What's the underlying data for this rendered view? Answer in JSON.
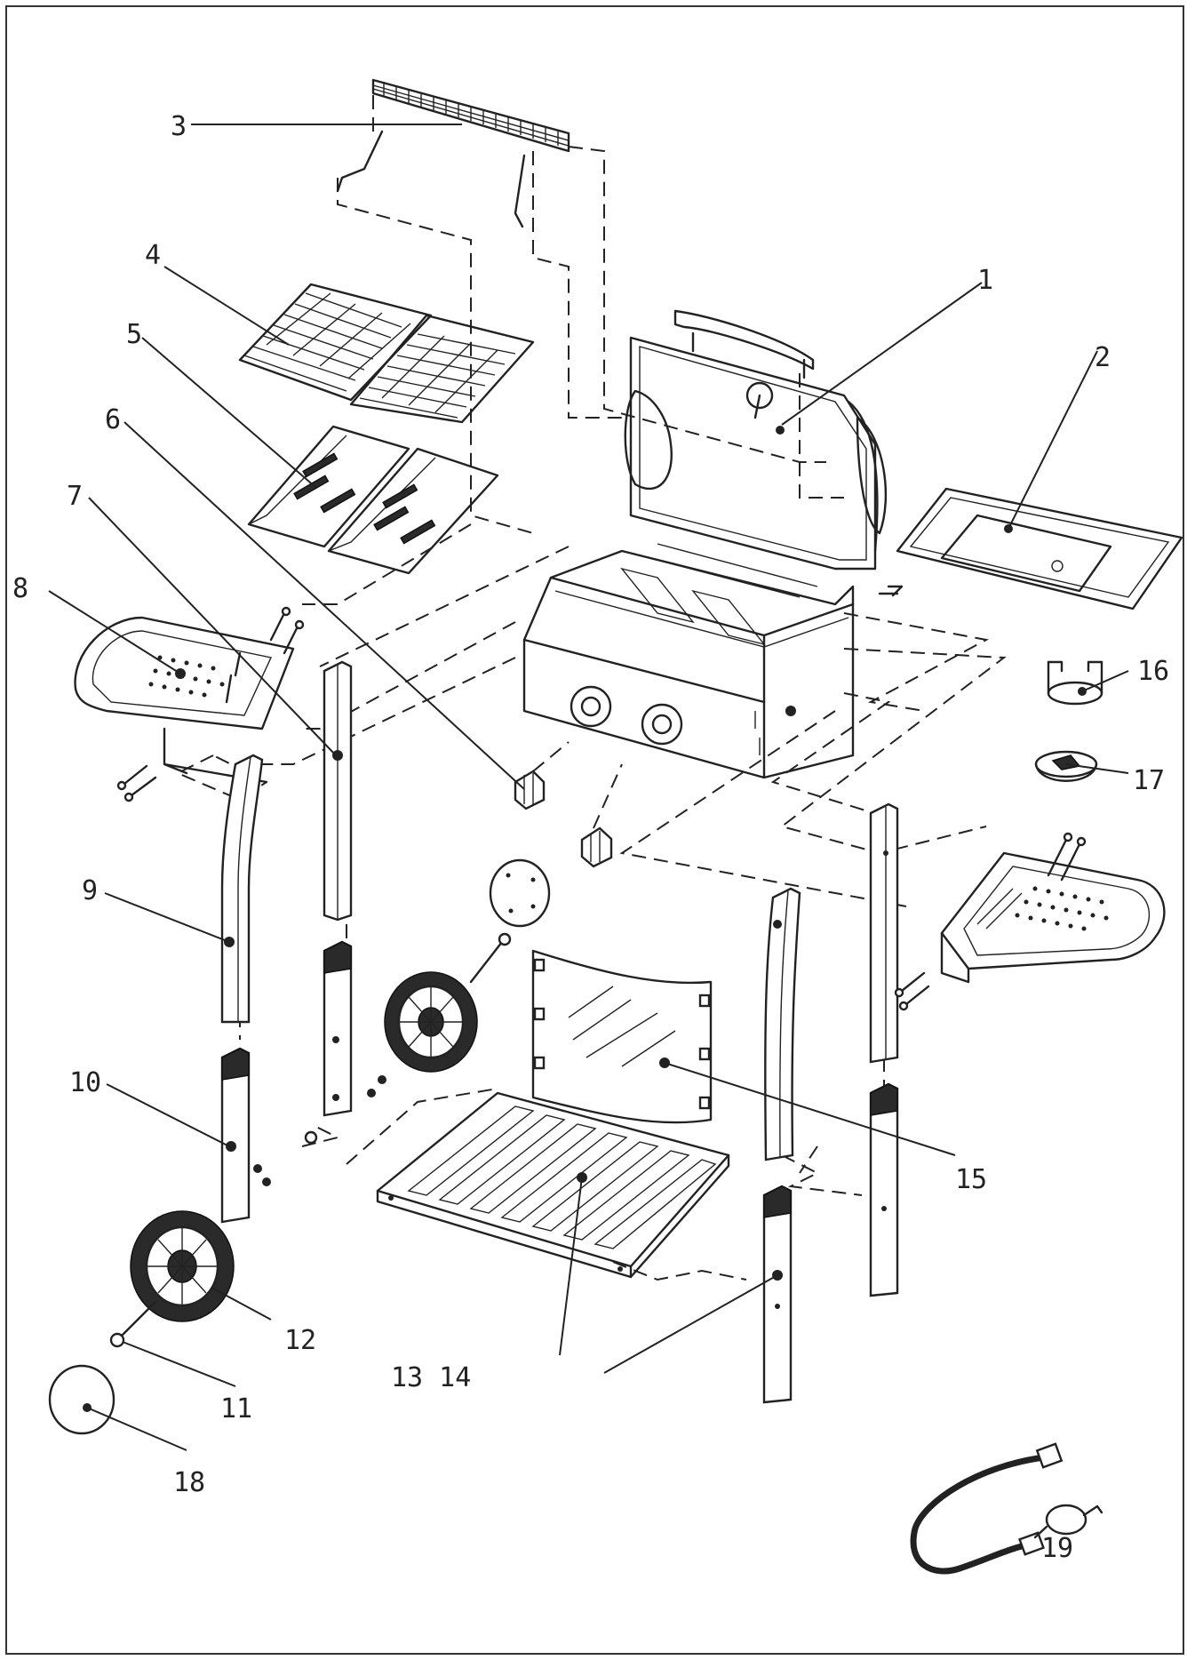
{
  "diagram": {
    "callouts": [
      {
        "id": "c1",
        "text": "1"
      },
      {
        "id": "c2",
        "text": "2"
      },
      {
        "id": "c3",
        "text": "3"
      },
      {
        "id": "c4",
        "text": "4"
      },
      {
        "id": "c5",
        "text": "5"
      },
      {
        "id": "c6",
        "text": "6"
      },
      {
        "id": "c7",
        "text": "7"
      },
      {
        "id": "c8",
        "text": "8"
      },
      {
        "id": "c9",
        "text": "9"
      },
      {
        "id": "c10",
        "text": "10"
      },
      {
        "id": "c11",
        "text": "11"
      },
      {
        "id": "c12",
        "text": "12"
      },
      {
        "id": "c13-14",
        "text": "13 14"
      },
      {
        "id": "c15",
        "text": "15"
      },
      {
        "id": "c16",
        "text": "16"
      },
      {
        "id": "c17",
        "text": "17"
      },
      {
        "id": "c18",
        "text": "18"
      },
      {
        "id": "c19",
        "text": "19"
      }
    ],
    "colors": {
      "line": "#222222",
      "background": "#ffffff",
      "frame": "#333333"
    }
  }
}
